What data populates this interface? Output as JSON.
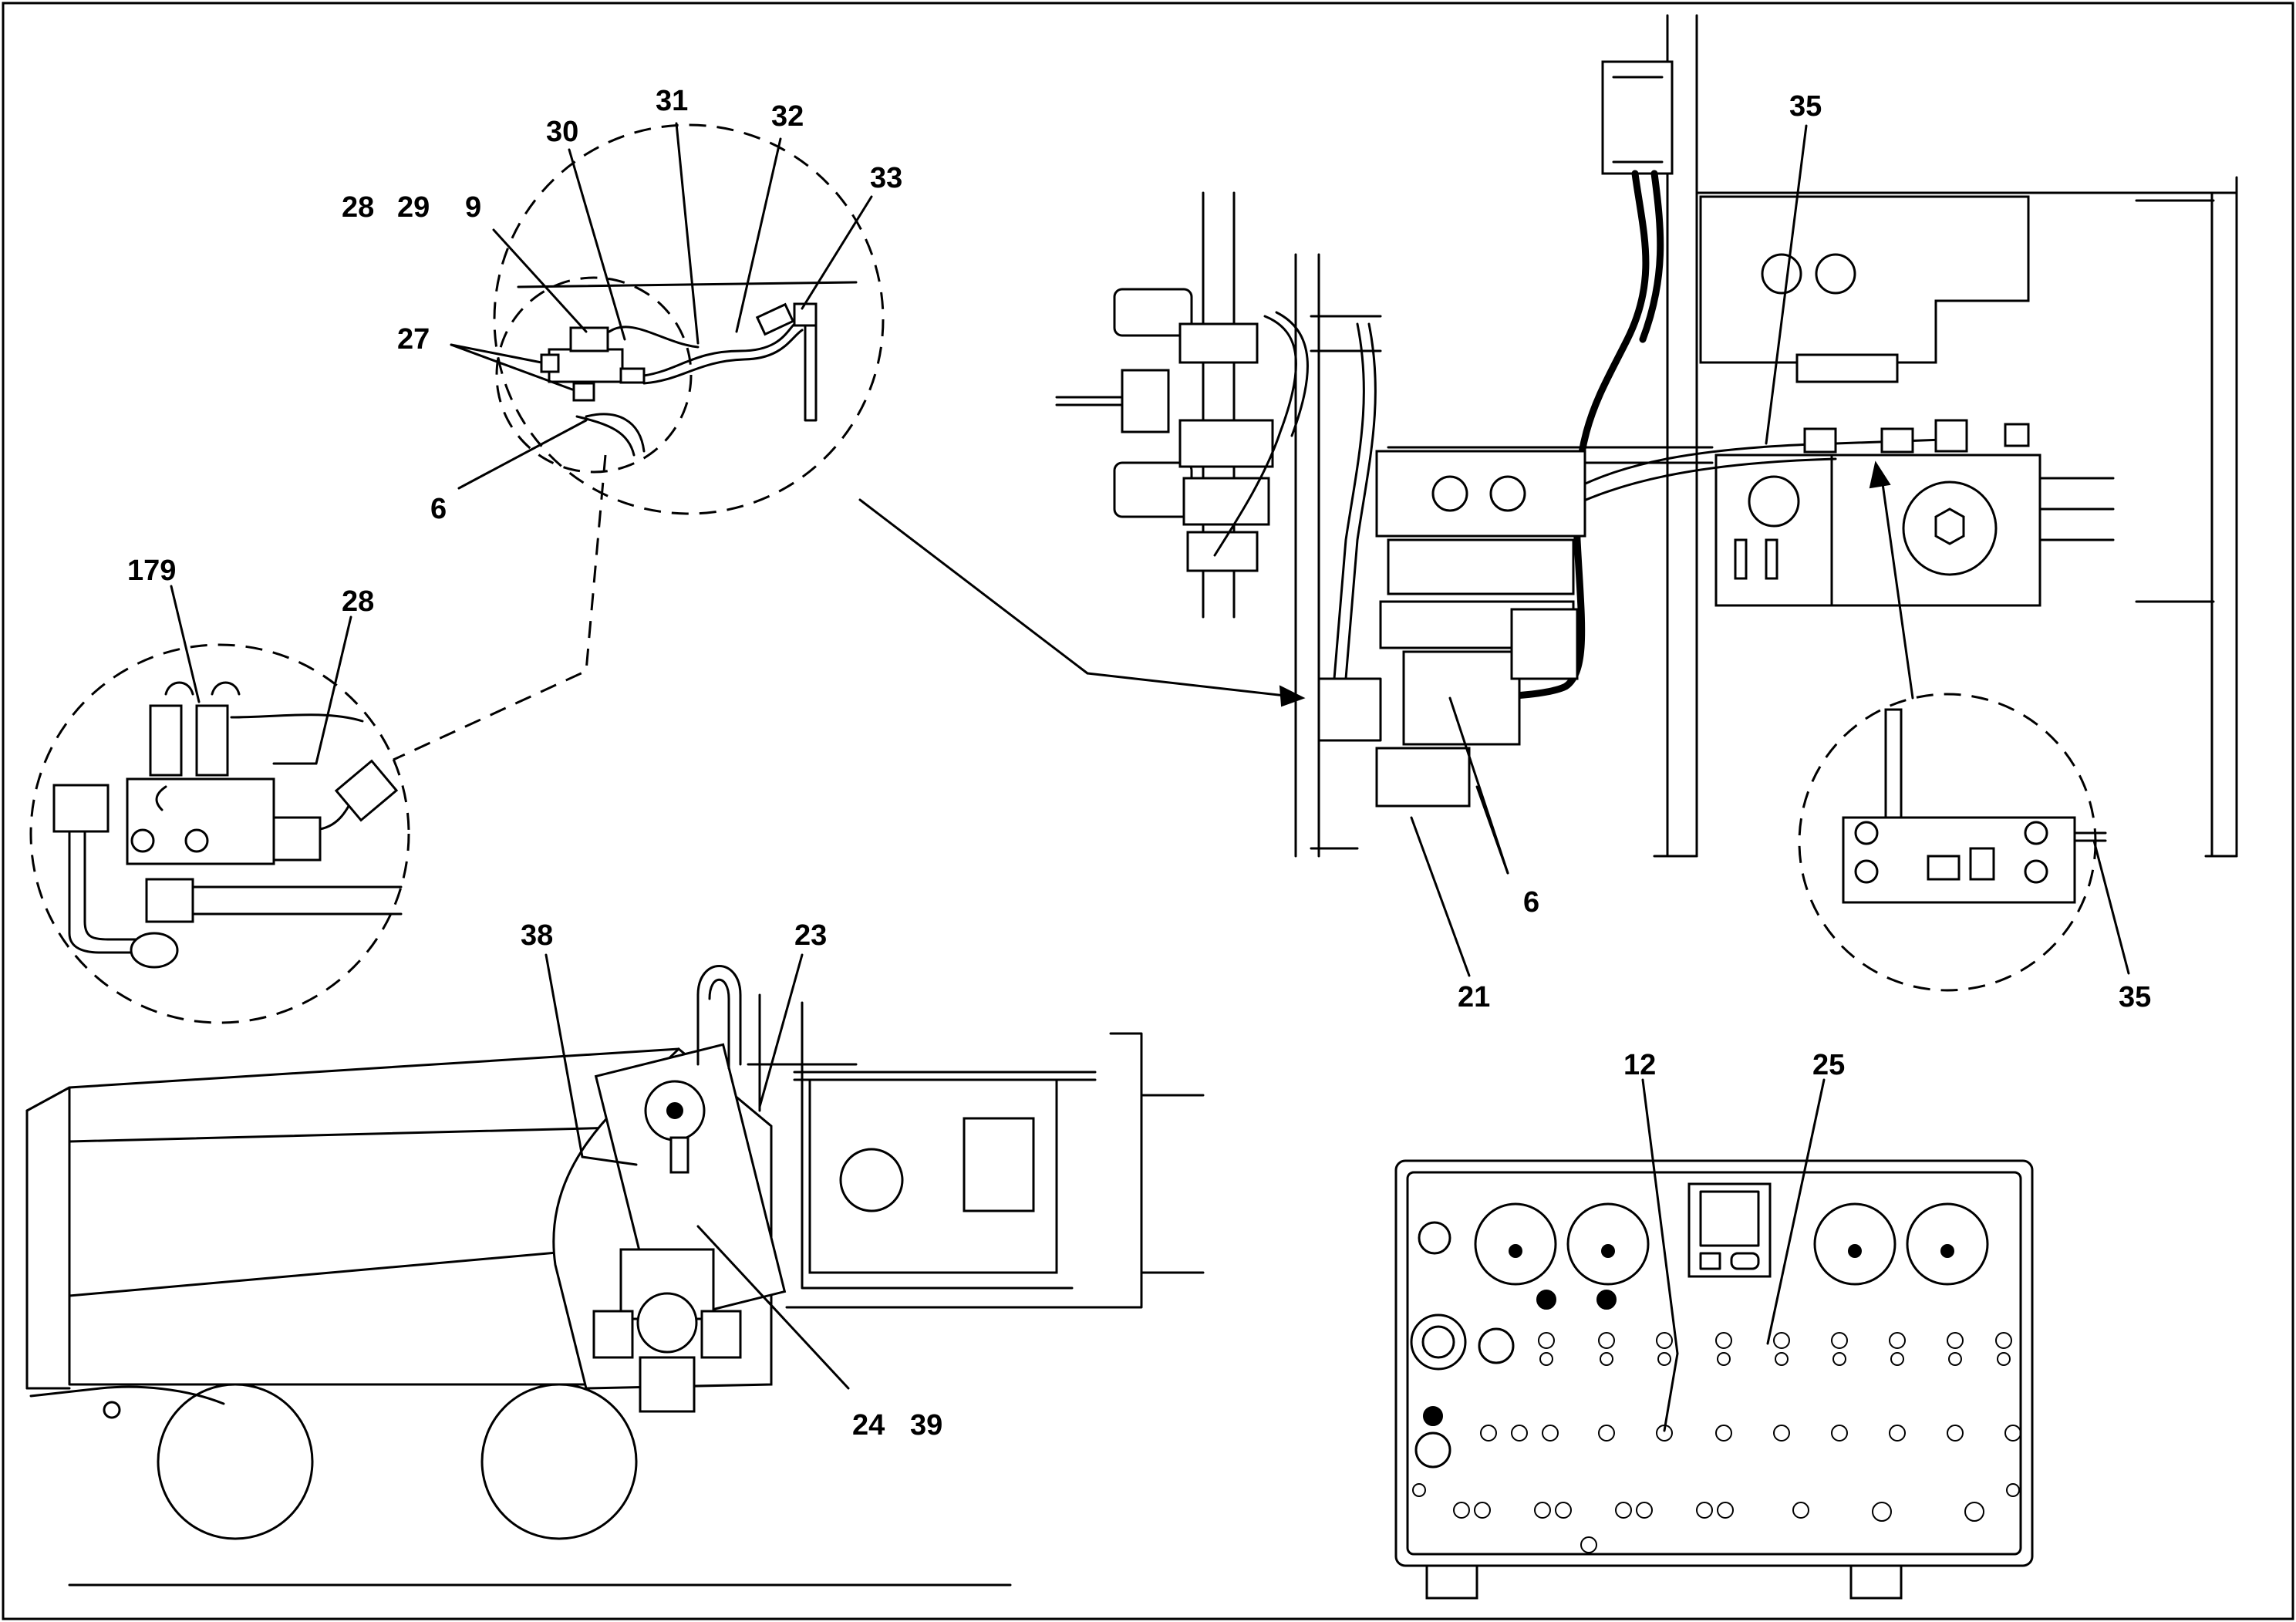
{
  "callouts": {
    "c28_top": "28",
    "c29": "29",
    "c9": "9",
    "c30": "30",
    "c31": "31",
    "c32": "32",
    "c33": "33",
    "c27": "27",
    "c6_left": "6",
    "c179": "179",
    "c28_detail": "28",
    "c35_top": "35",
    "c6_right": "6",
    "c21": "21",
    "c35_right": "35",
    "c38": "38",
    "c23": "23",
    "c24": "24",
    "c39": "39",
    "c12": "12",
    "c25": "25"
  }
}
